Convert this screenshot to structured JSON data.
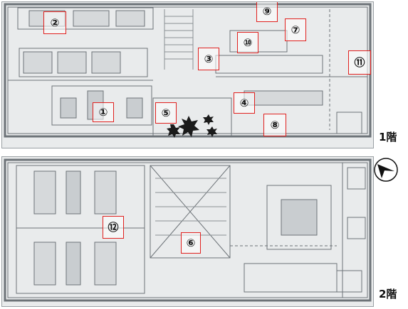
{
  "floors": [
    {
      "label": "1階",
      "markers": [
        "①",
        "②",
        "③",
        "④",
        "⑤",
        "⑦",
        "⑧",
        "⑨",
        "⑩",
        "⑪"
      ]
    },
    {
      "label": "2階",
      "markers": [
        "⑥",
        "⑫"
      ]
    }
  ],
  "icons": {
    "compass": "north-arrow-icon"
  },
  "colors": {
    "marker_border": "#e0201e",
    "plan_background": "#e9ebec",
    "linework": "#6d7378"
  }
}
